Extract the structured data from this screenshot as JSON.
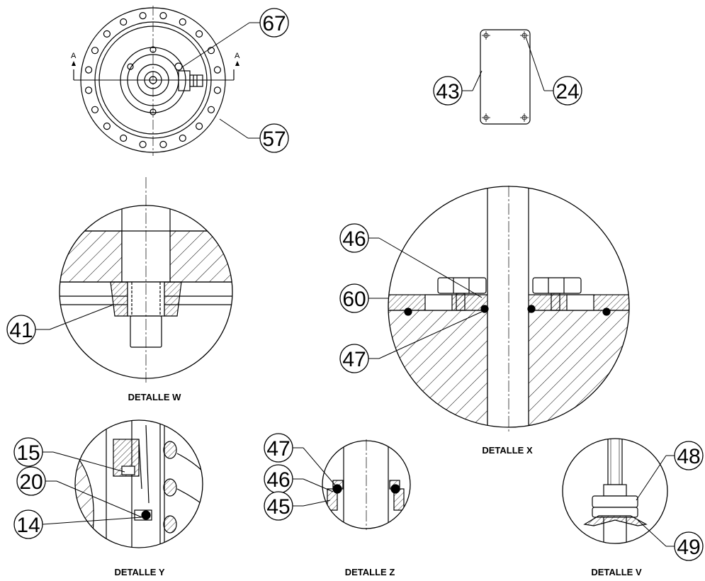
{
  "top_view": {
    "section_marks": [
      "A",
      "A"
    ],
    "balloons": [
      "67",
      "57"
    ]
  },
  "plate_view": {
    "balloons": [
      "43",
      "24"
    ]
  },
  "details": [
    {
      "caption": "DETALLE W",
      "balloons": [
        "41"
      ]
    },
    {
      "caption": "DETALLE X",
      "balloons": [
        "46",
        "60",
        "47"
      ]
    },
    {
      "caption": "DETALLE Y",
      "balloons": [
        "15",
        "20",
        "14"
      ]
    },
    {
      "caption": "DETALLE Z",
      "balloons": [
        "47",
        "46",
        "45"
      ]
    },
    {
      "caption": "DETALLE V",
      "balloons": [
        "48",
        "49"
      ]
    }
  ],
  "colors": {
    "line": "#000000",
    "background": "#ffffff"
  }
}
